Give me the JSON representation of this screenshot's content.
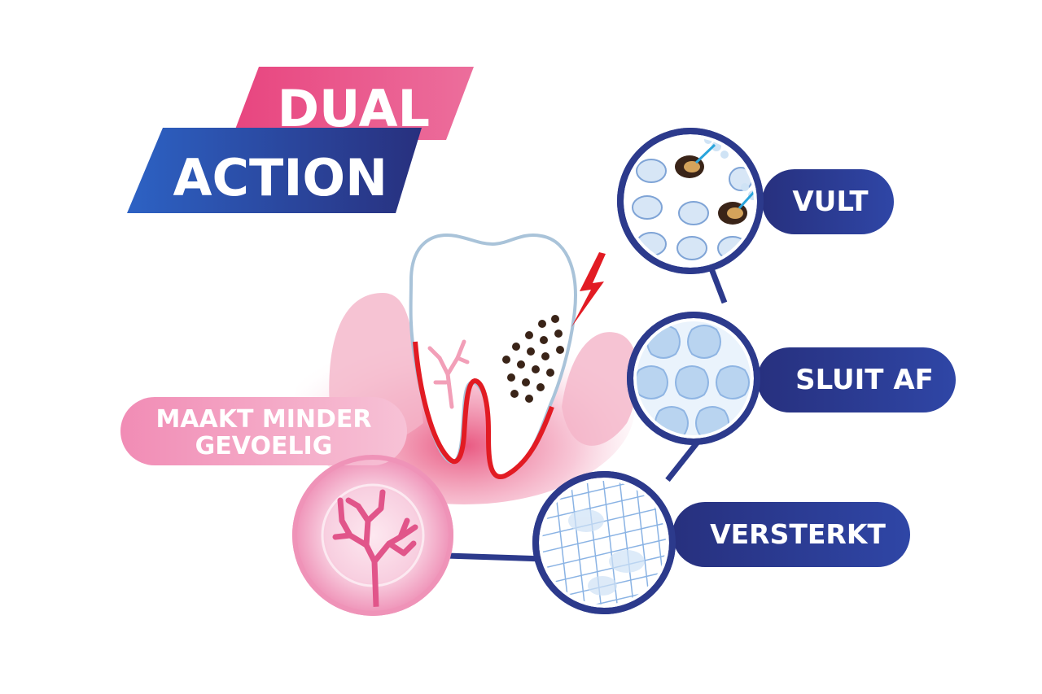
{
  "title": {
    "line1": "DUAL",
    "line2": "ACTION"
  },
  "labels": {
    "desensitize_line1": "MAAKT MINDER",
    "desensitize_line2": "GEVOELIG",
    "fills": "VULT",
    "seals": "SLUIT AF",
    "strengthens": "VERSTERKT"
  },
  "colors": {
    "pink": "#e94e86",
    "pink_light": "#f2a9c5",
    "blue": "#2c3a8c",
    "blue_dark": "#1f2a6e",
    "red": "#e21b23",
    "white": "#ffffff"
  },
  "icons": [
    "tooth-illustration",
    "lightning-icon",
    "nerve-icon",
    "tubule-fill-icon",
    "seal-cells-icon",
    "mesh-icon"
  ]
}
